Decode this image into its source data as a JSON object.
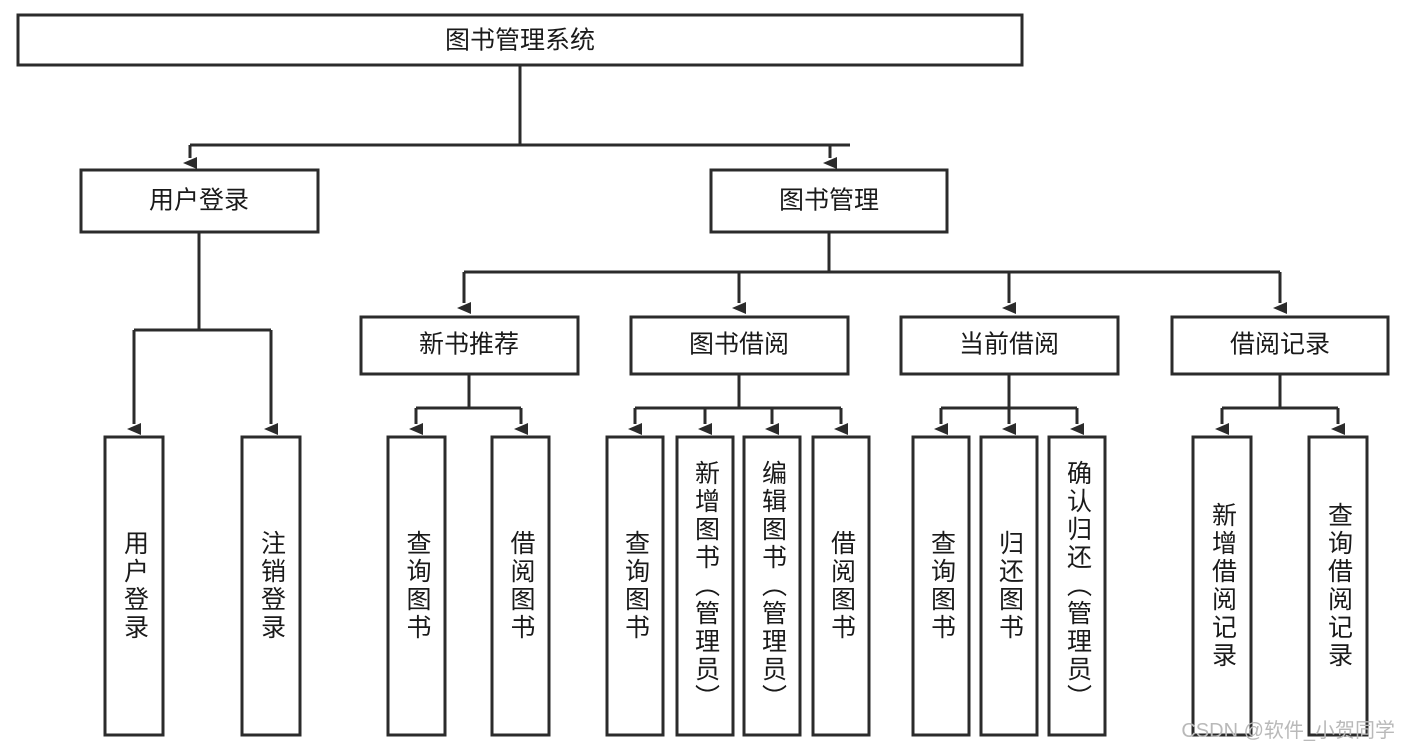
{
  "diagram": {
    "title": "图书管理系统",
    "type": "tree",
    "watermark": "CSDN @软件_小贺同学",
    "levels": {
      "root": {
        "label": "图书管理系统"
      },
      "level2": [
        {
          "id": "user-login",
          "label": "用户登录"
        },
        {
          "id": "book-management",
          "label": "图书管理"
        }
      ],
      "level3": [
        {
          "id": "new-book-recommend",
          "label": "新书推荐",
          "parent": "book-management"
        },
        {
          "id": "book-borrow",
          "label": "图书借阅",
          "parent": "book-management"
        },
        {
          "id": "current-borrow",
          "label": "当前借阅",
          "parent": "book-management"
        },
        {
          "id": "borrow-record",
          "label": "借阅记录",
          "parent": "book-management"
        }
      ],
      "leaves": [
        {
          "id": "leaf-user-login",
          "label": "用户登录",
          "parent": "user-login"
        },
        {
          "id": "leaf-logout-login",
          "label": "注销登录",
          "parent": "user-login"
        },
        {
          "id": "leaf-query-book-1",
          "label": "查询图书",
          "parent": "new-book-recommend"
        },
        {
          "id": "leaf-borrow-book-1",
          "label": "借阅图书",
          "parent": "new-book-recommend"
        },
        {
          "id": "leaf-query-book-2",
          "label": "查询图书",
          "parent": "book-borrow"
        },
        {
          "id": "leaf-add-book",
          "label": "新增图书（管理员）",
          "parent": "book-borrow"
        },
        {
          "id": "leaf-edit-book",
          "label": "编辑图书（管理员）",
          "parent": "book-borrow"
        },
        {
          "id": "leaf-borrow-book-2",
          "label": "借阅图书",
          "parent": "book-borrow"
        },
        {
          "id": "leaf-query-book-3",
          "label": "查询图书",
          "parent": "current-borrow"
        },
        {
          "id": "leaf-return-book",
          "label": "归还图书",
          "parent": "current-borrow"
        },
        {
          "id": "leaf-confirm-return",
          "label": "确认归还（管理员）",
          "parent": "current-borrow"
        },
        {
          "id": "leaf-add-record",
          "label": "新增借阅记录",
          "parent": "borrow-record"
        },
        {
          "id": "leaf-query-record",
          "label": "查询借阅记录",
          "parent": "borrow-record"
        }
      ]
    },
    "colors": {
      "stroke": "#2b2b2b",
      "fill": "#ffffff",
      "text": "#1a1a1a",
      "watermark": "#b9b9b9"
    }
  }
}
